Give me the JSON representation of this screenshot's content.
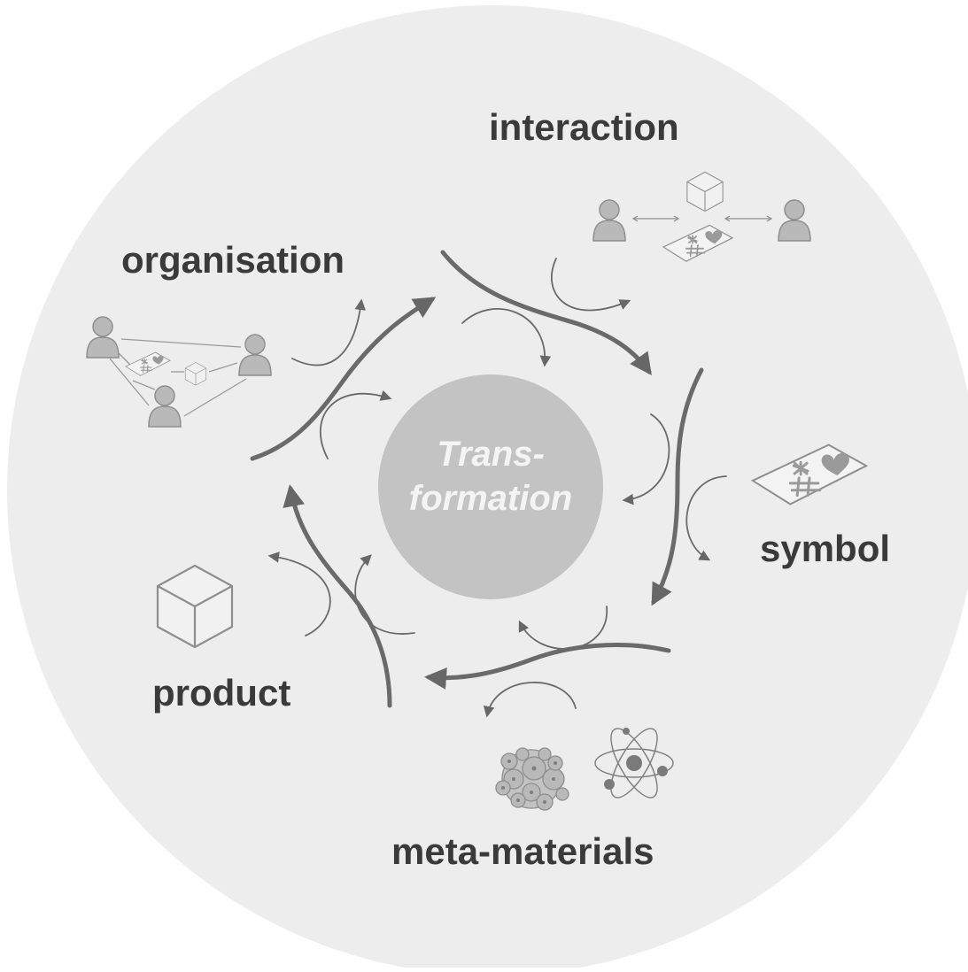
{
  "center": {
    "line1": "Trans-",
    "line2": "formation"
  },
  "stages": {
    "interaction": "interaction",
    "organisation": "organisation",
    "symbol": "symbol",
    "product": "product",
    "meta_materials": "meta-materials"
  },
  "colors": {
    "background_disc": "#ededed",
    "center_disc": "#c3c3c3",
    "arrows": "#6a6a6a",
    "label_text": "#3a3a3a",
    "icon_fill": "#b9b9b9",
    "icon_stroke": "#8e8e8e"
  },
  "icons": {
    "interaction": [
      "person-icon",
      "double-arrow-icon",
      "cube-icon",
      "symbol-card-icon",
      "person-icon"
    ],
    "organisation": [
      "person-icon",
      "person-icon",
      "person-icon",
      "symbol-card-icon",
      "cube-icon"
    ],
    "symbol": [
      "symbol-card-icon"
    ],
    "product": [
      "cube-icon"
    ],
    "meta_materials": [
      "cell-cluster-icon",
      "atom-icon"
    ]
  }
}
